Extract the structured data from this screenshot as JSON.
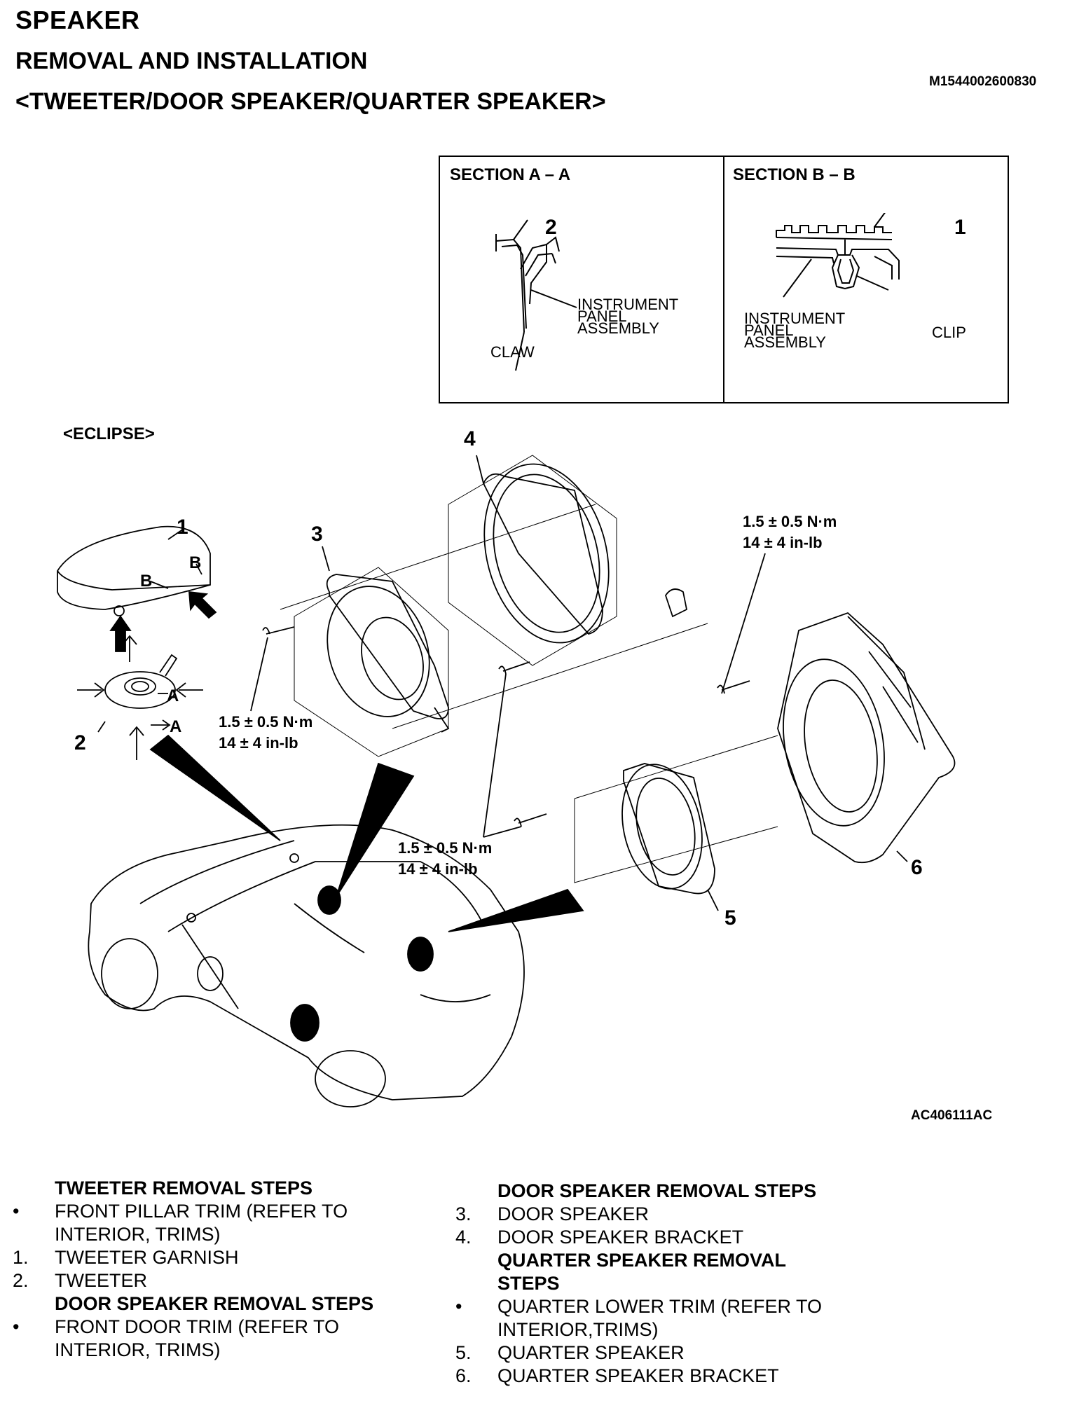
{
  "header": {
    "title": "SPEAKER",
    "subtitle": "REMOVAL AND INSTALLATION",
    "scope": "<TWEETER/DOOR SPEAKER/QUARTER SPEAKER>",
    "doc_id": "M1544002600830"
  },
  "sections": {
    "a": {
      "title": "SECTION A – A",
      "callout": "2",
      "label_panel": [
        "INSTRUMENT",
        "PANEL",
        "ASSEMBLY"
      ],
      "label_claw": "CLAW"
    },
    "b": {
      "title": "SECTION B – B",
      "callout": "1",
      "label_panel": [
        "INSTRUMENT",
        "PANEL",
        "ASSEMBLY"
      ],
      "label_clip": "CLIP"
    }
  },
  "diagram": {
    "variant": "<ECLIPSE>",
    "callouts": [
      "1",
      "2",
      "3",
      "4",
      "5",
      "6"
    ],
    "view_marks": {
      "a": "A",
      "b": "B"
    },
    "torque": {
      "line1": "1.5 ± 0.5 N·m",
      "line2": "14 ± 4 in-lb"
    },
    "figure_id": "AC406111AC"
  },
  "steps_left": [
    {
      "marker": "",
      "text": "TWEETER REMOVAL STEPS",
      "heading": true
    },
    {
      "marker": "•",
      "text": "FRONT PILLAR TRIM (REFER TO",
      "heading": false
    },
    {
      "marker": "",
      "text": "INTERIOR, TRIMS)",
      "heading": false
    },
    {
      "marker": "1.",
      "text": "TWEETER GARNISH",
      "heading": false
    },
    {
      "marker": "2.",
      "text": "TWEETER",
      "heading": false
    },
    {
      "marker": "",
      "text": "DOOR SPEAKER REMOVAL STEPS",
      "heading": true
    },
    {
      "marker": "•",
      "text": "FRONT DOOR TRIM (REFER TO",
      "heading": false
    },
    {
      "marker": "",
      "text": "INTERIOR, TRIMS)",
      "heading": false
    }
  ],
  "steps_right": [
    {
      "marker": "",
      "text": "DOOR SPEAKER REMOVAL STEPS",
      "heading": true
    },
    {
      "marker": "3.",
      "text": "DOOR SPEAKER",
      "heading": false
    },
    {
      "marker": "4.",
      "text": "DOOR SPEAKER BRACKET",
      "heading": false
    },
    {
      "marker": "",
      "text": "QUARTER SPEAKER REMOVAL",
      "heading": true
    },
    {
      "marker": "",
      "text": "STEPS",
      "heading": true
    },
    {
      "marker": "•",
      "text": "QUARTER LOWER TRIM (REFER TO",
      "heading": false
    },
    {
      "marker": "",
      "text": "INTERIOR,TRIMS)",
      "heading": false
    },
    {
      "marker": "5.",
      "text": "QUARTER SPEAKER",
      "heading": false
    },
    {
      "marker": "6.",
      "text": "QUARTER SPEAKER BRACKET",
      "heading": false
    }
  ]
}
